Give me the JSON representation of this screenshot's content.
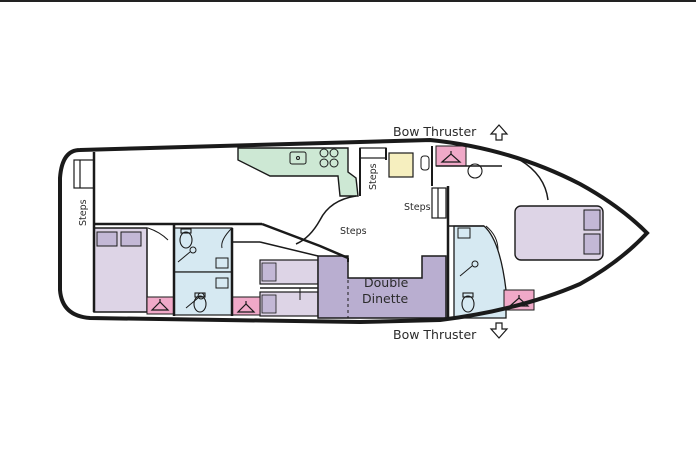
{
  "labels": {
    "bow_thruster_top": "Bow Thruster",
    "bow_thruster_bottom": "Bow Thruster",
    "steps_stern": "Steps",
    "steps_middle": "Steps",
    "steps_galley": "Steps",
    "steps_forward": "Steps",
    "double": "Double",
    "dinette": "Dinette"
  },
  "colors": {
    "outline": "#1a1a1a",
    "cabin_purple": "#ddd4e6",
    "dinette_purple": "#b9aed0",
    "bathroom_blue": "#d6e9f2",
    "galley_green": "#cde8d4",
    "wardrobe_pink": "#f0a9c8",
    "table_yellow": "#f6efbf"
  },
  "icons": [
    "hanger-icon",
    "toilet-icon",
    "shower-icon",
    "sink-icon",
    "hob-icon",
    "arrow-up-icon",
    "arrow-down-icon"
  ]
}
